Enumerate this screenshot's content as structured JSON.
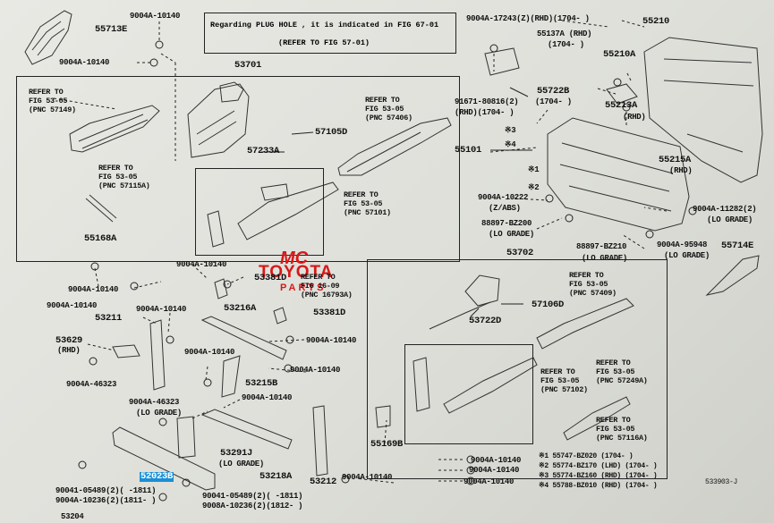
{
  "note": {
    "line1": "Regarding PLUG HOLE , it is indicated in FIG 67-01",
    "line2": "(REFER TO FIG 57-01)"
  },
  "labels": {
    "p55713E": "55713E",
    "p9004A_10140_top": "9004A-10140",
    "p9004A_10140_top2": "9004A-10140",
    "p53701": "53701",
    "ref57149": "REFER TO\nFIG 53-05\n(PNC 57149)",
    "ref57406": "REFER TO\nFIG 53-05\n(PNC 57406)",
    "p57105D": "57105D",
    "p57233A": "57233A",
    "ref57115A": "REFER TO\nFIG 53-05\n(PNC 57115A)",
    "ref57101": "REFER TO\nFIG 53-05\n(PNC 57101)",
    "p55168A": "55168A",
    "p9004A_17243": "9004A-17243(Z)(RHD)(1704-    )",
    "p55210": "55210",
    "p55137A": "55137A (RHD)",
    "p55137A_b": "(1704-    )",
    "p55210A": "55210A",
    "p55722B": "55722B",
    "p55722B_b": "(1704-    )",
    "p91671": "91671-80816(2)",
    "p91671_b": "(RHD)(1704-    )",
    "p55213A": "55213A",
    "p55213A_b": "(RHD)",
    "p55101": "55101",
    "m3": "※3",
    "m4": "※4",
    "m1": "※1",
    "m2": "※2",
    "p55215A": "55215A",
    "p55215A_b": "(RHD)",
    "p9004A_10222": "9004A-10222",
    "p9004A_10222_b": "(Z/ABS)",
    "p88897_BZ200": "88897-BZ200",
    "p88897_BZ200_b": "(LO GRADE)",
    "p9004A_11282": "9004A-11282(2)",
    "p9004A_11282_b": "(LO GRADE)",
    "p88897_BZ210": "88897-BZ210",
    "p88897_BZ210_b": "(LO GRADE)",
    "p9004A_95948": "9004A-95948",
    "p9004A_95948_b": "(LO GRADE)",
    "p55714E": "55714E",
    "p53702": "53702",
    "ref57409": "REFER TO\nFIG 53-05\n(PNC 57409)",
    "p53722D": "53722D",
    "p57106D": "57106D",
    "ref57102": "REFER TO\nFIG 53-05\n(PNC 57102)",
    "ref57249A": "REFER TO\nFIG 53-05\n(PNC 57249A)",
    "ref57116A": "REFER TO\nFIG 53-05\n(PNC 57116A)",
    "p55169B": "55169B",
    "p9004A_10140_r1": "9004A-10140",
    "p9004A_10140_r2": "9004A-10140",
    "p9004A_10140_r3": "9004A-10140",
    "leg1": "※1 55747-BZ020 (1704-        )",
    "leg2": "※2 55774-BZ170 (LHD) (1704-      )",
    "leg3": "※3 55774-BZ160 (RHD) (1704-      )",
    "leg4": "※4 55788-BZ010 (RHD) (1704-      )",
    "figno": "533903-J",
    "p9004A_10140_m1": "9004A-10140",
    "p9004A_10140_m2": "9004A-10140",
    "p9004A_10140_m3": "9004A-10140",
    "p9004A_10140_m4": "9004A-10140",
    "p53381D_a": "53381D",
    "ref16793A": "REFER TO\nFIG 16-09\n(PNC 16793A)",
    "p53381D_b": "53381D",
    "p9004A_10140_m5": "9004A-10140",
    "p53211": "53211",
    "p53216A": "53216A",
    "p53629": "53629",
    "p53629_b": "(RHD)",
    "p9004A_10140_m6": "9004A-10140",
    "p9004A_10140_m7": "9004A-10140",
    "p9004A_46323_a": "9004A-46323",
    "p53215B": "53215B",
    "p9004A_10140_m8": "9004A-10140",
    "p9004A_46323_b": "9004A-46323",
    "p9004A_46323_b2": "(LO GRADE)",
    "p53291J": "53291J",
    "p53291J_b": "(LO GRADE)",
    "p53218A": "53218A",
    "p53212": "53212",
    "p9004A_10140_m9": "9004A-10140",
    "p52023B": "52023B",
    "p90041_05489": "90041-05489(2)(   -1811)",
    "p9004A_10236": "9004A-10236(2)(1811-   )",
    "p90041_05489_b": "90041-05489(2)(   -1811)",
    "p9008A_10236": "9008A-10236(2)(1812-   )",
    "p53204": "53204"
  },
  "watermark": {
    "line1": "MC",
    "line2": "TOYOTA",
    "line3": "PARTS"
  },
  "colors": {
    "highlight": "#1a8fd6",
    "watermark": "#d81818",
    "ink": "#111111"
  }
}
